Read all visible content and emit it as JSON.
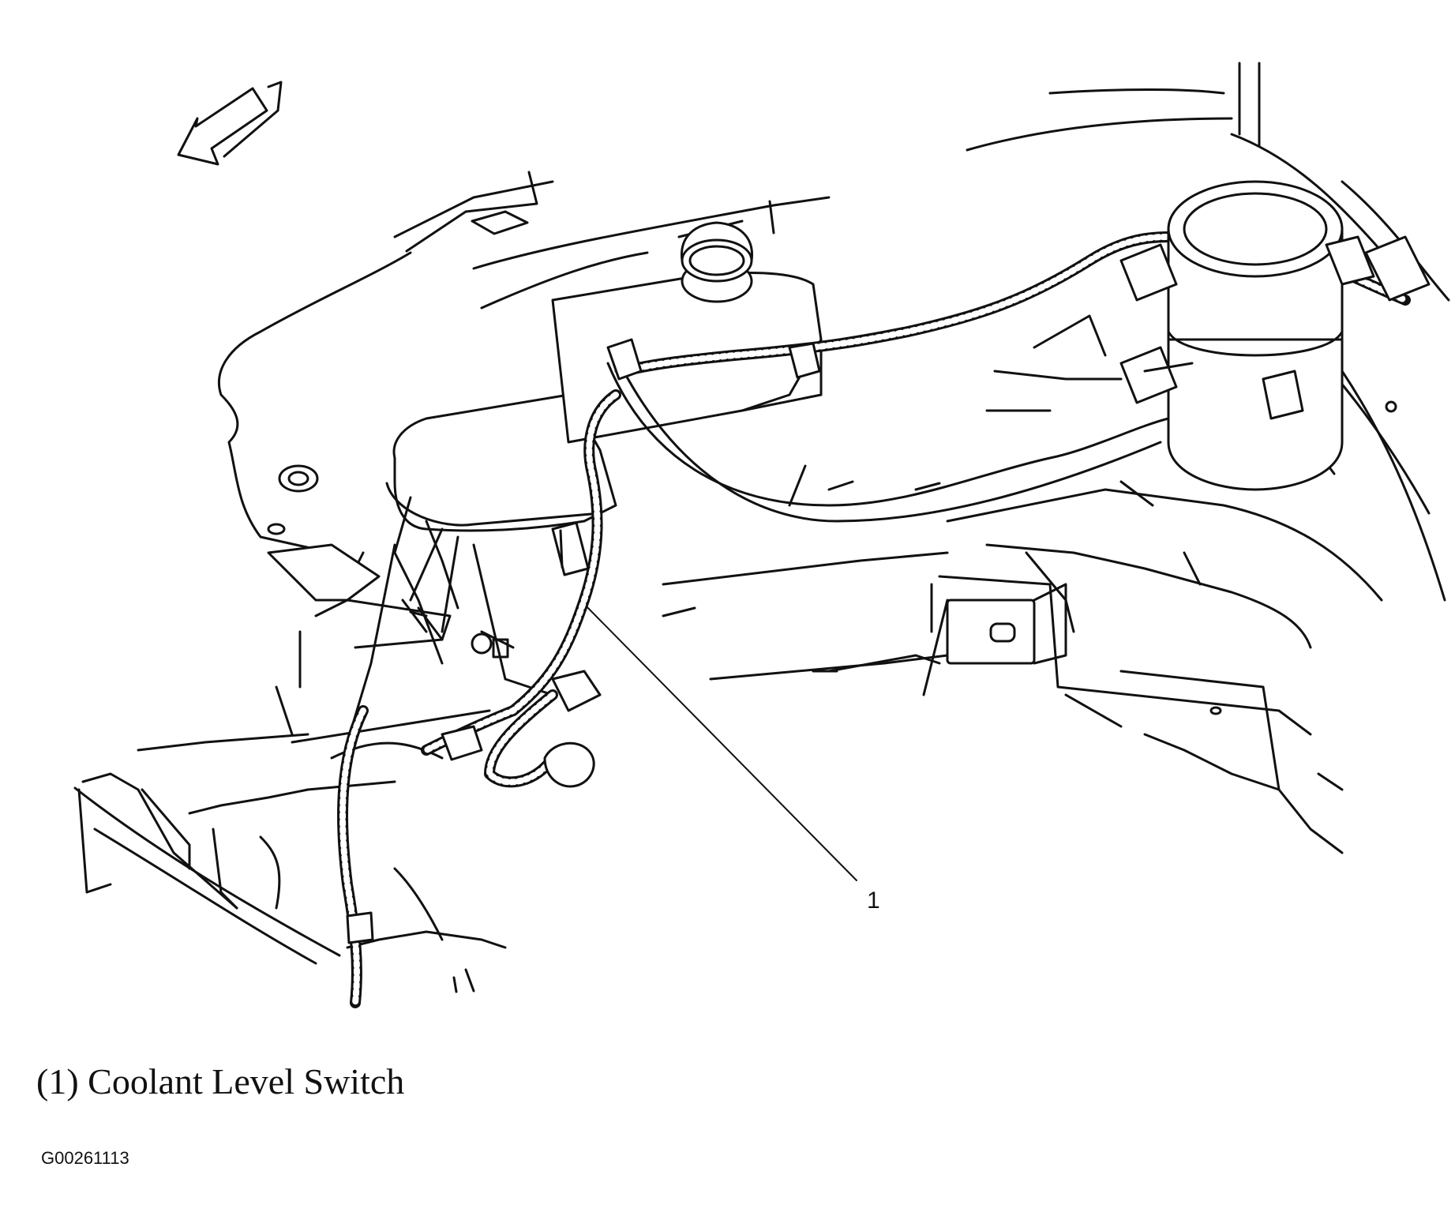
{
  "callouts": [
    {
      "number": "1",
      "label": "Coolant Level Switch"
    }
  ],
  "caption": "(1) Coolant Level Switch",
  "figure_id": "G00261113",
  "icons": {
    "direction_arrow": "forward-arrow-icon"
  }
}
